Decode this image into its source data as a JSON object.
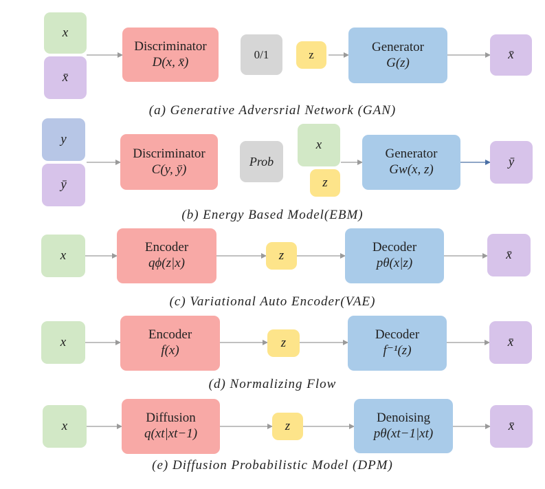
{
  "colors": {
    "input_green": "#d2e8c6",
    "output_purple": "#d7c3ea",
    "label_blue": "#b7c6e6",
    "encoder_red": "#f8a9a6",
    "prob_gray": "#d6d6d6",
    "latent_yellow": "#fde48a",
    "decoder_blue": "#a9cbe9",
    "arrow": "#9a9a9a",
    "arrow_blue": "#4a6fa5"
  },
  "gan": {
    "x": "x",
    "xbar": "x̄",
    "disc_title": "Discriminator",
    "disc_fn": "D(x, x̄)",
    "out": "0/1",
    "z": "z",
    "gen_title": "Generator",
    "gen_fn": "G(z)",
    "result": "x̄",
    "caption": "(a) Generative Adversrial Network (GAN)"
  },
  "ebm": {
    "y": "y",
    "ybar": "ȳ",
    "disc_title": "Discriminator",
    "disc_fn": "C(y, ȳ)",
    "out": "Prob",
    "x": "x",
    "z": "z",
    "gen_title": "Generator",
    "gen_fn": "Gw(x, z)",
    "result": "ȳ",
    "caption": "(b) Energy Based Model(EBM)"
  },
  "vae": {
    "x": "x",
    "enc_title": "Encoder",
    "enc_fn": "qϕ(z|x)",
    "z": "z",
    "dec_title": "Decoder",
    "dec_fn": "pθ(x|z)",
    "result": "x̄",
    "caption": "(c) Variational Auto Encoder(VAE)"
  },
  "flow": {
    "x": "x",
    "enc_title": "Encoder",
    "enc_fn": "f(x)",
    "z": "z",
    "dec_title": "Decoder",
    "dec_fn": "f⁻¹(z)",
    "result": "x̄",
    "caption": "(d) Normalizing Flow"
  },
  "dpm": {
    "x": "x",
    "enc_title": "Diffusion",
    "enc_fn": "q(xt|xt−1)",
    "z": "z",
    "dec_title": "Denoising",
    "dec_fn": "pθ(xt−1|xt)",
    "result": "x̄",
    "caption": "(e) Diffusion Probabilistic Model (DPM)"
  }
}
